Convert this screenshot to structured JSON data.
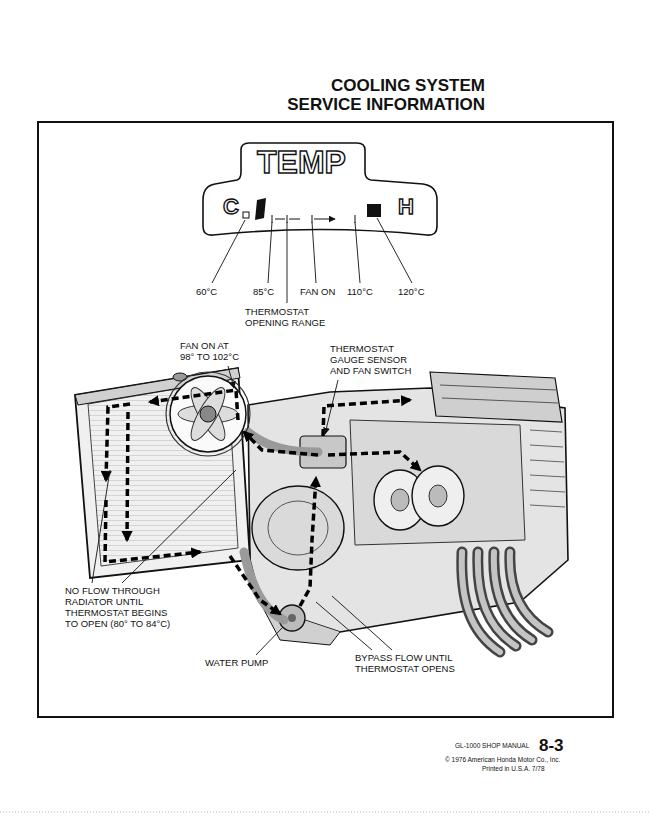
{
  "diagram": {
    "title": "COOLING SYSTEM SERVICE INFORMATION",
    "nodes": [
      {
        "text": [
          "TEMP",
          "C",
          "H"
        ]
      }
    ],
    "labels": [
      "60°C",
      "85°C",
      "FAN ON",
      "110°C",
      "120°C",
      "THERMOSTAT OPENING RANGE",
      "FAN ON AT 98° TO 102°C",
      "THERMOSTAT GAUGE SENSOR AND FAN SWITCH",
      "NO FLOW THROUGH RADIATOR UNTIL THERMOSTAT BEGINS TO OPEN (80° TO 84°C)",
      "WATER PUMP",
      "BYPASS FLOW UNTIL THERMOSTAT OPENS",
      "GL-1000 SHOP MANUAL",
      "8-3",
      "© 1976 American Honda Motor Co., Inc.",
      "Printed in U.S.A. 7/78"
    ]
  }
}
